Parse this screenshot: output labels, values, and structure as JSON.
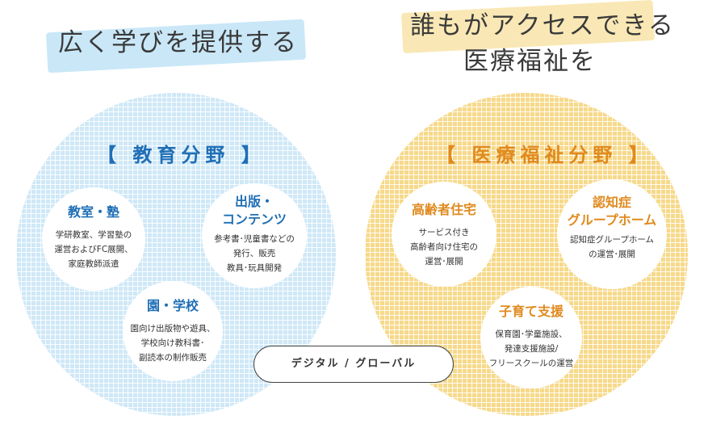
{
  "headline_left": "広く学びを提供する",
  "headline_right_line1": "誰もがアクセスできる",
  "headline_right_line2": "医療福祉を",
  "education": {
    "title": "【 教育分野 】",
    "color": "#1f6fb5",
    "items": [
      {
        "title_lines": [
          "教室・塾"
        ],
        "desc_lines": [
          "学研教室、学習塾の",
          "運営およびFC展開、",
          "家庭教師派遣"
        ]
      },
      {
        "title_lines": [
          "出版・",
          "コンテンツ"
        ],
        "desc_lines": [
          "参考書･児童書などの",
          "発行、販売",
          "教具･玩具開発"
        ]
      },
      {
        "title_lines": [
          "園・学校"
        ],
        "desc_lines": [
          "園向け出版物や遊具、",
          "学校向け教科書･",
          "副読本の制作販売"
        ]
      }
    ]
  },
  "welfare": {
    "title": "【 医療福祉分野 】",
    "color": "#e08a1e",
    "items": [
      {
        "title_lines": [
          "高齢者住宅"
        ],
        "desc_lines": [
          "サービス付き",
          "高齢者向け住宅の",
          "運営･展開"
        ]
      },
      {
        "title_lines": [
          "認知症",
          "グループホーム"
        ],
        "desc_lines": [
          "認知症グループホーム",
          "の運営･展開"
        ]
      },
      {
        "title_lines": [
          "子育て支援"
        ],
        "desc_lines": [
          "保育園･学童施設、",
          "発達支援施設/",
          "フリースクールの運営"
        ]
      }
    ]
  },
  "bridge_label": "デジタル / グローバル",
  "colors": {
    "blue_brush": "#bfe3f5",
    "yellow_brush": "#f7e3a3",
    "blue_dot": "#cfe8f7",
    "yellow_dot": "#f6d98a"
  }
}
